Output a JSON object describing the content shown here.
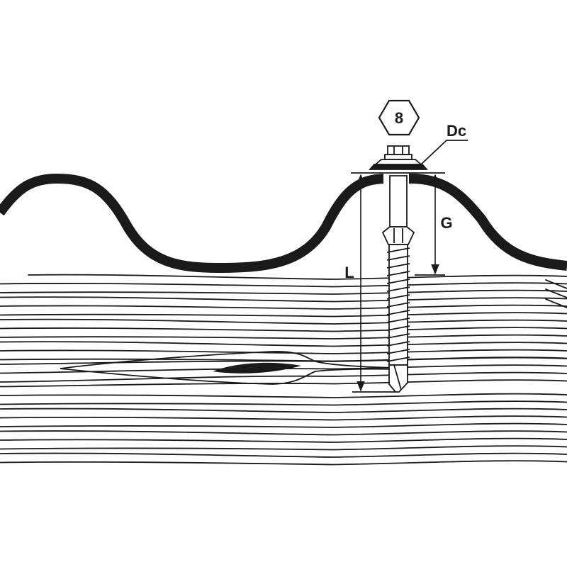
{
  "diagram": {
    "hex_label": "8",
    "washer_label": "Dc",
    "thickness_label": "G",
    "length_label": "L"
  },
  "colors": {
    "ink": "#1a1a1a",
    "background": "#ffffff"
  }
}
